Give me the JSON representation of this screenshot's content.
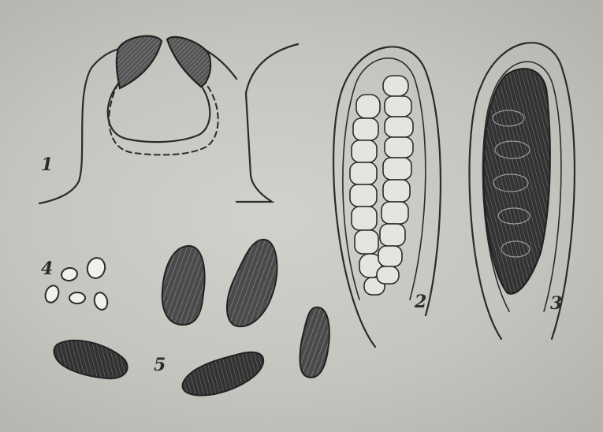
{
  "figure_labels": {
    "f1": "1",
    "f2": "2",
    "f3": "3",
    "f4": "4",
    "f5": "5"
  },
  "colors": {
    "background": "#c6c4bf",
    "ink": "#2b2b2b",
    "spore_dark": "#3a3a3a",
    "shading": "#5a5a5a"
  }
}
